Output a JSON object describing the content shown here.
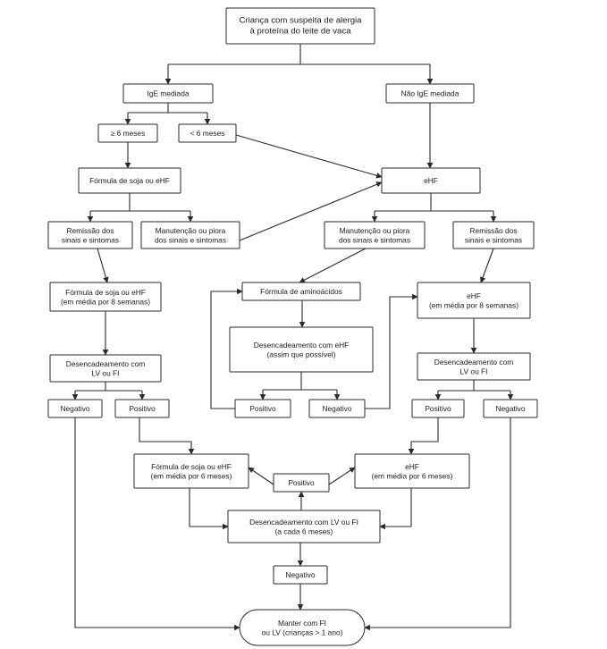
{
  "diagram": {
    "nodes": {
      "start": [
        "Criança com suspeita de alergia",
        "à proteína do leite de vaca"
      ],
      "ige": [
        "IgE mediada"
      ],
      "nonige": [
        "Não IgE mediada"
      ],
      "ge6": [
        "≥ 6 meses"
      ],
      "lt6": [
        "< 6 meses"
      ],
      "soja1": [
        "Fórmula de soja ou eHF"
      ],
      "ehf1": [
        "eHF"
      ],
      "rem1": [
        "Remissão dos",
        "sinais e sintomas"
      ],
      "man1": [
        "Manutenção ou piora",
        "dos sinais e sintomas"
      ],
      "man2": [
        "Manutenção ou piora",
        "dos sinais e sintomas"
      ],
      "rem2": [
        "Remissão dos",
        "sinais e sintomas"
      ],
      "soja8": [
        "Fórmula de soja ou eHF",
        "(em média por 8 semanas)"
      ],
      "amino": [
        "Fórmula de aminoácidos"
      ],
      "ehf8": [
        "eHF",
        "(em média por 8 semanas)"
      ],
      "desehf": [
        "Desencadeamento com eHF",
        "(assim que possível)"
      ],
      "desL": [
        "Desencadeamento com",
        "LV ou FI"
      ],
      "desR": [
        "Desencadeamento com",
        "LV ou FI"
      ],
      "negL": [
        "Negativo"
      ],
      "posL": [
        "Positivo"
      ],
      "posM": [
        "Positivo"
      ],
      "negM": [
        "Negativo"
      ],
      "posR": [
        "Positivo"
      ],
      "negR": [
        "Negativo"
      ],
      "soja6": [
        "Fórmula de soja ou eHF",
        "(em média por 6 meses)"
      ],
      "posC": [
        "Positivo"
      ],
      "ehf6": [
        "eHF",
        "(em média por 6 meses)"
      ],
      "des6": [
        "Desencadeamento com LV ou FI",
        "(a cada 6 meses)"
      ],
      "negC": [
        "Negativo"
      ],
      "manter": [
        "Manter com FI",
        "ou LV (crianças > 1 ano)"
      ]
    }
  }
}
